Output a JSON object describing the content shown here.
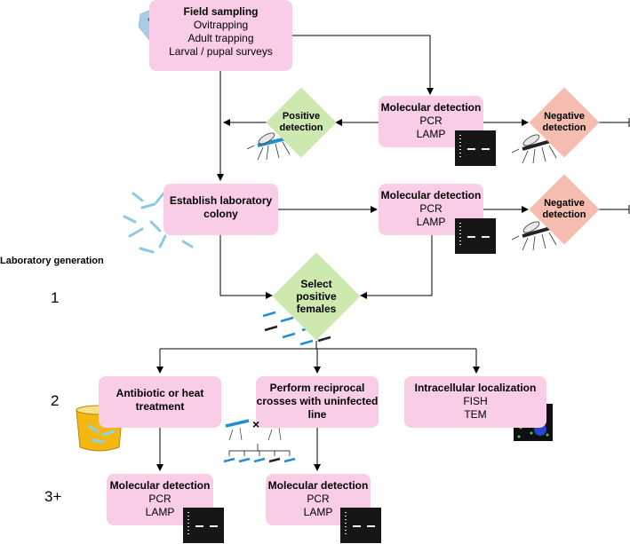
{
  "colors": {
    "box": "#f9cde6",
    "positive": "#cde9b0",
    "negative": "#f5bdb0",
    "arrow": "#000000"
  },
  "field_sampling": {
    "title": "Field sampling",
    "lines": [
      "Ovitrapping",
      "Adult trapping",
      "Larval / pupal surveys"
    ]
  },
  "molecular_1": {
    "title": "Molecular detection",
    "lines": [
      "PCR",
      "LAMP"
    ]
  },
  "positive_detection": "Positive detection",
  "negative_1": "Negative detection",
  "establish_colony": "Establish laboratory colony",
  "molecular_2": {
    "title": "Molecular detection",
    "lines": [
      "PCR",
      "LAMP"
    ]
  },
  "negative_2": "Negative detection",
  "generation_label": "Laboratory generation",
  "gen_numbers": [
    "1",
    "2",
    "3+"
  ],
  "select_positive": "Select positive females",
  "antibiotic": "Antibiotic or heat treatment",
  "reciprocal": "Perform reciprocal crosses with uninfected line",
  "intracellular": {
    "title": "Intracellular localization",
    "lines": [
      "FISH",
      "TEM"
    ]
  },
  "molecular_3": {
    "title": "Molecular detection",
    "lines": [
      "PCR",
      "LAMP"
    ]
  },
  "molecular_4": {
    "title": "Molecular detection",
    "lines": [
      "PCR",
      "LAMP"
    ]
  },
  "cross_symbol": "×",
  "icons": [
    "map-icon",
    "gel-icon",
    "mosquito-icon",
    "larvae-icon",
    "beaker-icon",
    "micrograph-icon"
  ]
}
